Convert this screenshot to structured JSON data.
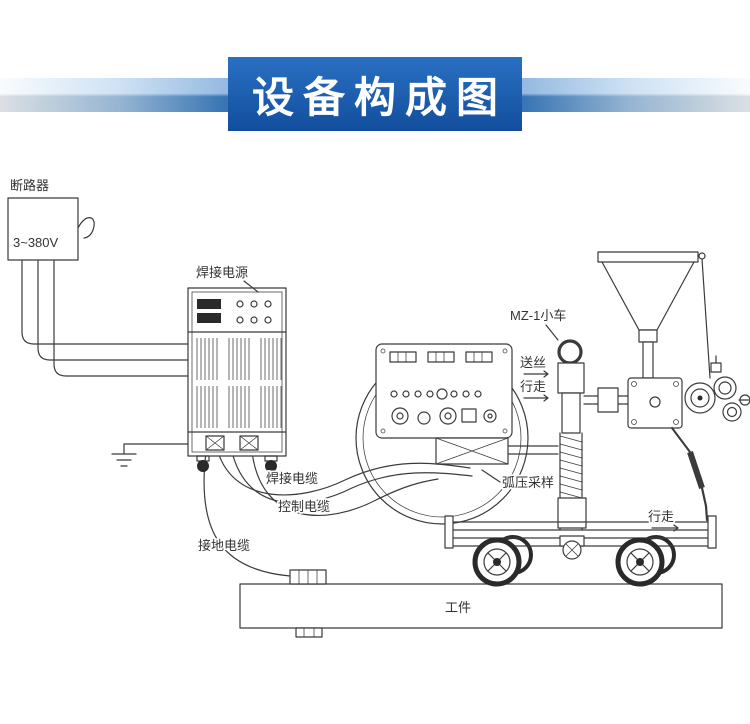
{
  "header": {
    "title": "设备构成图"
  },
  "theme": {
    "banner_dark_blue": "#124e9d",
    "banner_mid_blue": "#3f82c9",
    "banner_light_blue": "#f4f9fd",
    "line_color": "#3b3b3b",
    "label_color": "#333333"
  },
  "labels": {
    "circuit_breaker": "断路器",
    "supply_voltage": "3~380V",
    "welding_power_source": "焊接电源",
    "mz1_carriage": "MZ-1小车",
    "wire_feed": "送丝",
    "travel_upper": "行走",
    "arc_voltage_sampling": "弧压采样",
    "travel_lower": "行走",
    "welding_cable": "焊接电缆",
    "control_cable": "控制电缆",
    "ground_cable": "接地电缆",
    "workpiece": "工件"
  }
}
